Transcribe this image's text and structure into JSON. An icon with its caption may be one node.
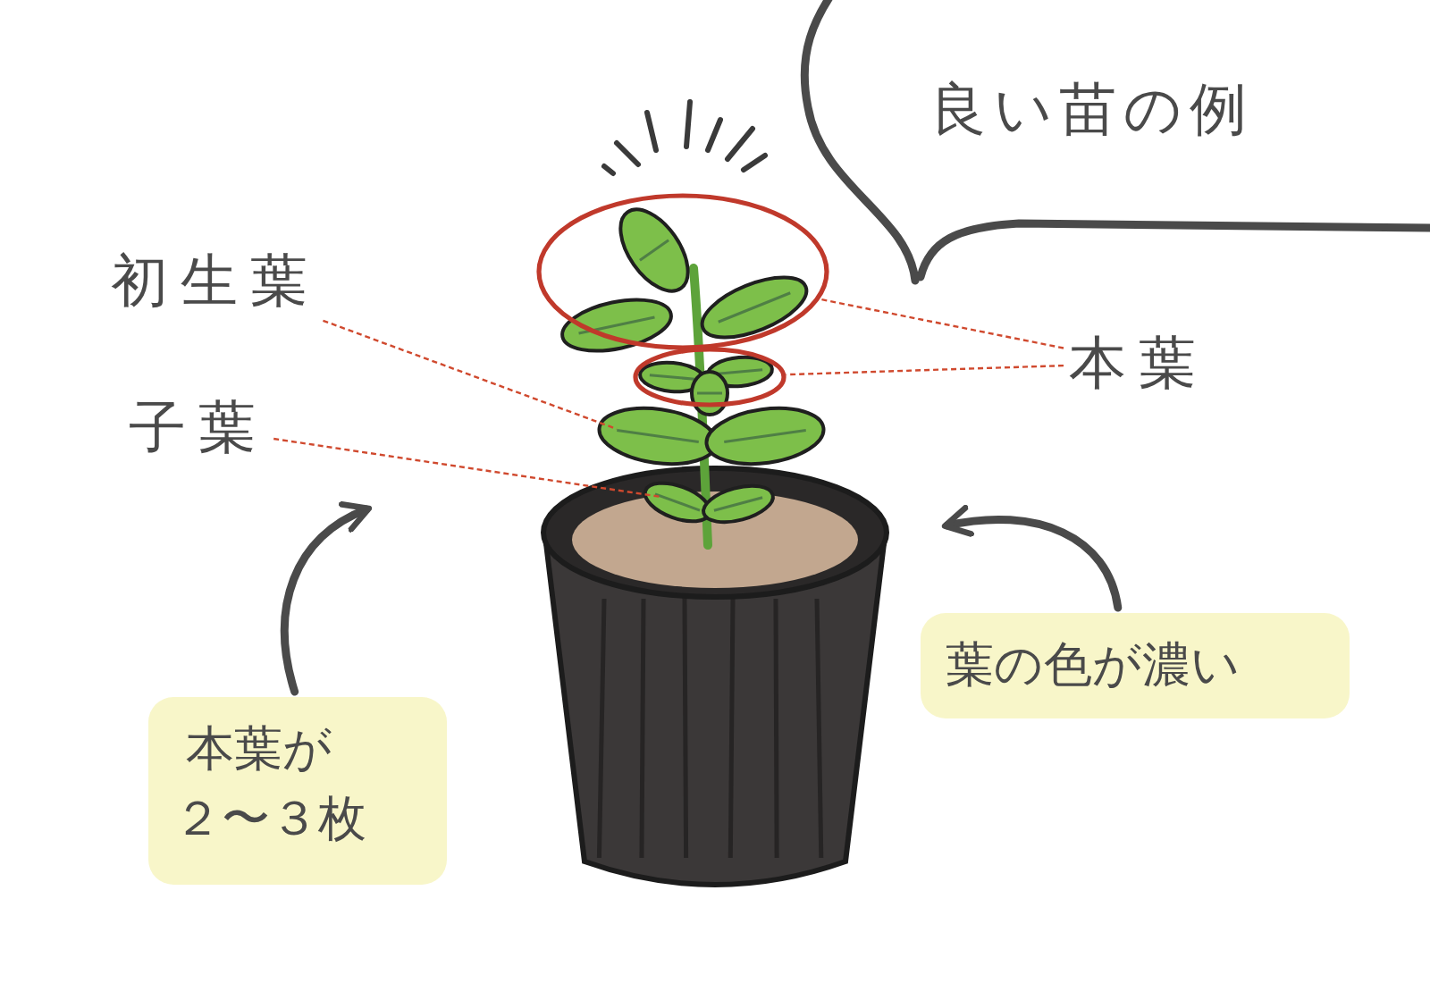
{
  "diagram": {
    "nodes": [
      {
        "text": [
          "良い苗の例"
        ]
      },
      {
        "text": [
          "初生葉"
        ]
      },
      {
        "text": [],
        "shape": "ellipse"
      },
      {
        "text": [
          "本葉"
        ]
      },
      {
        "text": [],
        "shape": "ellipse"
      },
      {
        "text": [
          "子葉"
        ]
      },
      {
        "text": [
          "葉の色が濃い"
        ]
      },
      {
        "text": [
          "本葉が２〜３枚"
        ]
      }
    ],
    "edges": [
      {
        "from": 1,
        "to": null,
        "arrow": "none",
        "style": "dashed"
      },
      {
        "from": 3,
        "to": 2,
        "arrow": "none",
        "style": "dashed"
      },
      {
        "from": 3,
        "to": 4,
        "arrow": "none",
        "style": "dashed"
      },
      {
        "from": 5,
        "to": null,
        "arrow": "none",
        "style": "dashed"
      },
      {
        "from": 7,
        "to": null,
        "arrow": "to",
        "style": "thick",
        "color": "#4a4a4a"
      },
      {
        "from": 6,
        "to": null,
        "arrow": "to",
        "style": "thick",
        "color": "#4a4a4a"
      }
    ]
  }
}
